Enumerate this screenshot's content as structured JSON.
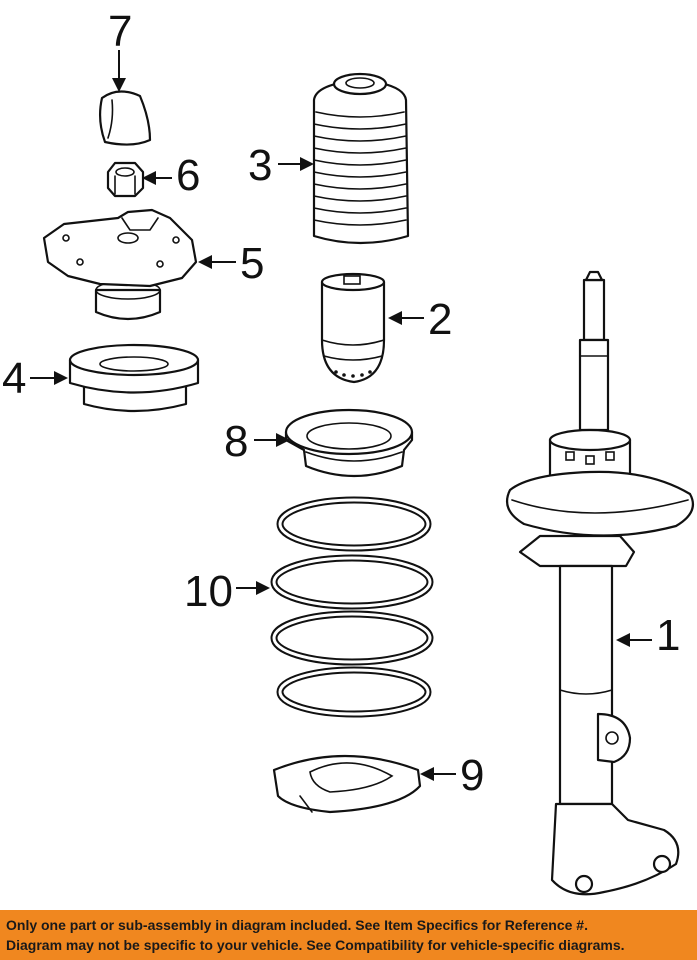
{
  "diagram": {
    "callouts": {
      "c1": "1",
      "c2": "2",
      "c3": "3",
      "c4": "4",
      "c5": "5",
      "c6": "6",
      "c7": "7",
      "c8": "8",
      "c9": "9",
      "c10": "10"
    }
  },
  "footer": {
    "line1": "Only one part or sub-assembly in diagram included. See Item Specifics for Reference #.",
    "line2": "Diagram may not be specific to your vehicle. See Compatibility for vehicle-specific diagrams."
  },
  "colors": {
    "footer_background": "#f0871f",
    "line_art": "#111111"
  }
}
